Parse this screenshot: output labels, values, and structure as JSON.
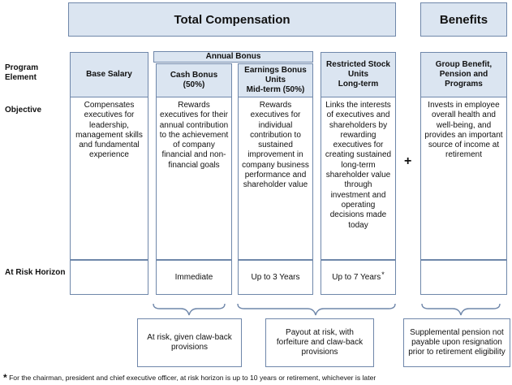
{
  "headers": {
    "total_compensation": "Total Compensation",
    "benefits": "Benefits",
    "annual_bonus": "Annual Bonus"
  },
  "row_labels": {
    "program_element": "Program\nElement",
    "objective": "Objective",
    "at_risk_horizon": "At Risk Horizon"
  },
  "columns": [
    {
      "element": "Base Salary",
      "objective": "Compensates executives for leadership, management skills and fundamental experience",
      "horizon": ""
    },
    {
      "element": "Cash Bonus\n(50%)",
      "objective": "Rewards executives for their annual contribution to the achievement of company financial and non-financial goals",
      "horizon": "Immediate"
    },
    {
      "element": "Earnings Bonus Units\nMid-term (50%)",
      "objective": "Rewards executives for individual contribution to sustained improvement in company business performance and shareholder value",
      "horizon": "Up to 3 Years"
    },
    {
      "element": "Restricted Stock Units\nLong-term",
      "objective": "Links the interests of executives and shareholders by rewarding executives for creating sustained long-term shareholder value through investment and operating decisions made today",
      "horizon": "Up to 7 Years"
    },
    {
      "element": "Group Benefit, Pension and Programs",
      "objective": "Invests in employee overall health and well-being, and provides an important source of income at retirement",
      "horizon": ""
    }
  ],
  "plus_sign": "+",
  "asterisk": "*",
  "notes": {
    "bonus": "At risk, given claw-back provisions",
    "rsu_ebu": "Payout at risk, with forfeiture and claw-back provisions",
    "pension": "Supplemental pension not payable upon resignation prior to retirement eligibility"
  },
  "footnote": {
    "marker": "*",
    "text": "For the chairman, president and chief executive officer, at risk horizon is up to 10 years or retirement, whichever is later"
  },
  "colors": {
    "header_fill": "#dbe5f1",
    "border": "#6f87aa"
  }
}
